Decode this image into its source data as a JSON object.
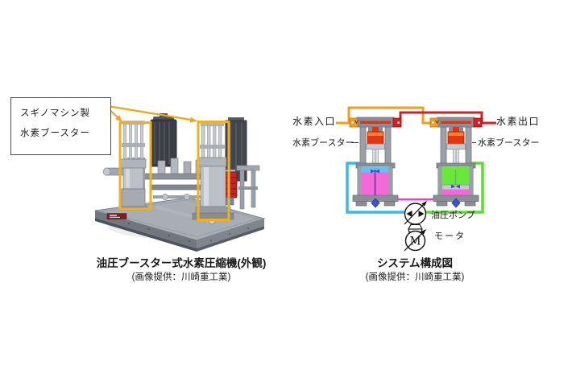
{
  "page": {
    "background": "#ffffff"
  },
  "figure_left": {
    "callout": {
      "line1": "スギノマシン製",
      "line2": "水素ブースター"
    },
    "caption": "油圧ブースター式水素圧縮機(外観)",
    "credit": "(画像提供：川崎重工業)",
    "highlight_color": "#f2b01c"
  },
  "figure_right": {
    "caption": "システム構成図",
    "credit": "(画像提供：川崎重工業)",
    "labels": {
      "inlet": "水素入口",
      "outlet": "水素出口",
      "booster_left": "水素ブースター",
      "booster_right": "水素ブースター",
      "pump": "油圧ポンプ",
      "motor": "モータ",
      "motor_symbol": "M"
    },
    "pipe_colors": {
      "hydrogen_inlet": "#f59e1e",
      "hydrogen_outlet": "#d81e1e",
      "oil_left_line": "#38b9e8",
      "oil_right_line": "#58e030",
      "oil_link_line": "#e83ec8"
    }
  }
}
